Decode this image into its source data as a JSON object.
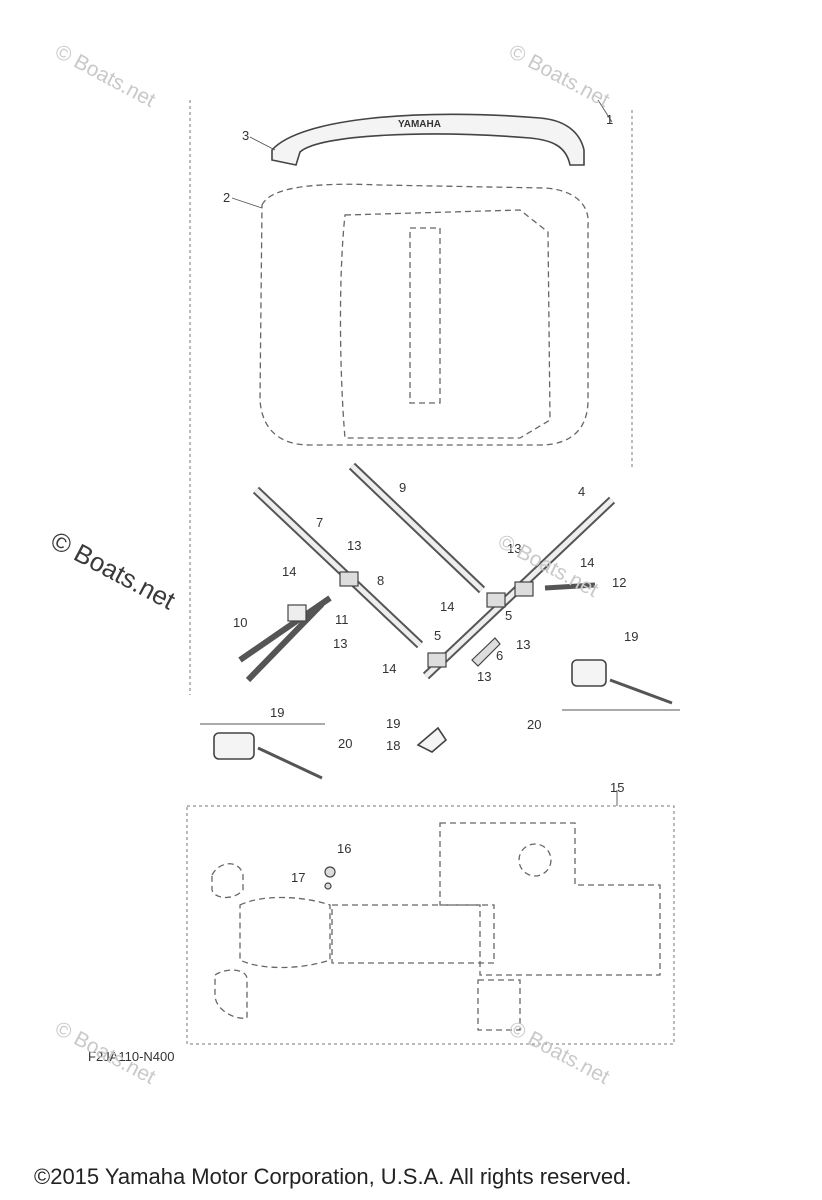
{
  "diagram": {
    "brand_logo_text": "YAMAHA",
    "figure_code": "F2JA110-N400",
    "callouts": [
      "1",
      "2",
      "3",
      "4",
      "5",
      "5",
      "6",
      "7",
      "8",
      "9",
      "10",
      "11",
      "12",
      "13",
      "13",
      "13",
      "13",
      "13",
      "14",
      "14",
      "14",
      "14",
      "15",
      "16",
      "17",
      "18",
      "19",
      "19",
      "19",
      "20",
      "20"
    ]
  },
  "watermarks": [
    "© Boats.net",
    "© Boats.net",
    "© Boats.net",
    "© Boats.net",
    "© Boats.net",
    "© Boats.net"
  ],
  "footer": {
    "copyright": "©2015 Yamaha Motor Corporation, U.S.A. All rights reserved."
  }
}
